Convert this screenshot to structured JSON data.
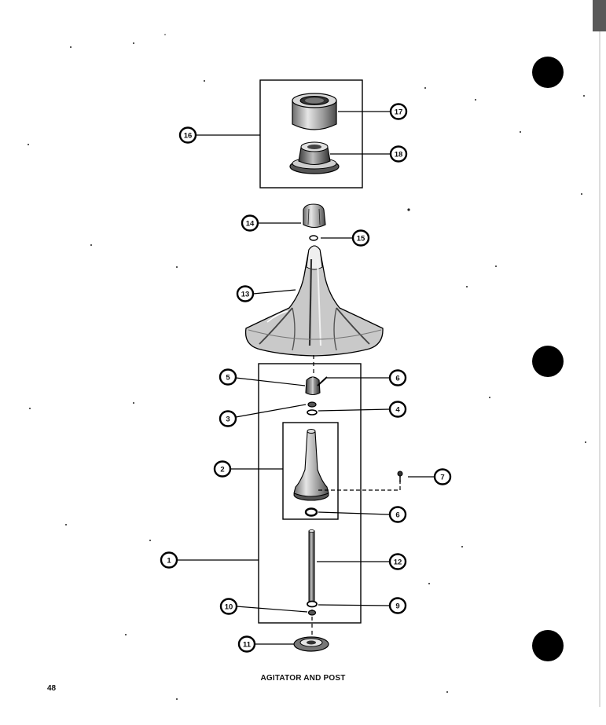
{
  "diagram": {
    "caption": "AGITATOR AND POST",
    "page_number": "48",
    "callouts": [
      {
        "id": "1",
        "label": "1"
      },
      {
        "id": "2",
        "label": "2"
      },
      {
        "id": "3",
        "label": "3"
      },
      {
        "id": "4",
        "label": "4"
      },
      {
        "id": "5",
        "label": "5"
      },
      {
        "id": "6a",
        "label": "6"
      },
      {
        "id": "6b",
        "label": "6"
      },
      {
        "id": "7",
        "label": "7"
      },
      {
        "id": "9",
        "label": "9"
      },
      {
        "id": "10",
        "label": "10"
      },
      {
        "id": "11",
        "label": "11"
      },
      {
        "id": "12",
        "label": "12"
      },
      {
        "id": "13",
        "label": "13"
      },
      {
        "id": "14",
        "label": "14"
      },
      {
        "id": "15",
        "label": "15"
      },
      {
        "id": "16",
        "label": "16"
      },
      {
        "id": "17",
        "label": "17"
      },
      {
        "id": "18",
        "label": "18"
      }
    ]
  }
}
